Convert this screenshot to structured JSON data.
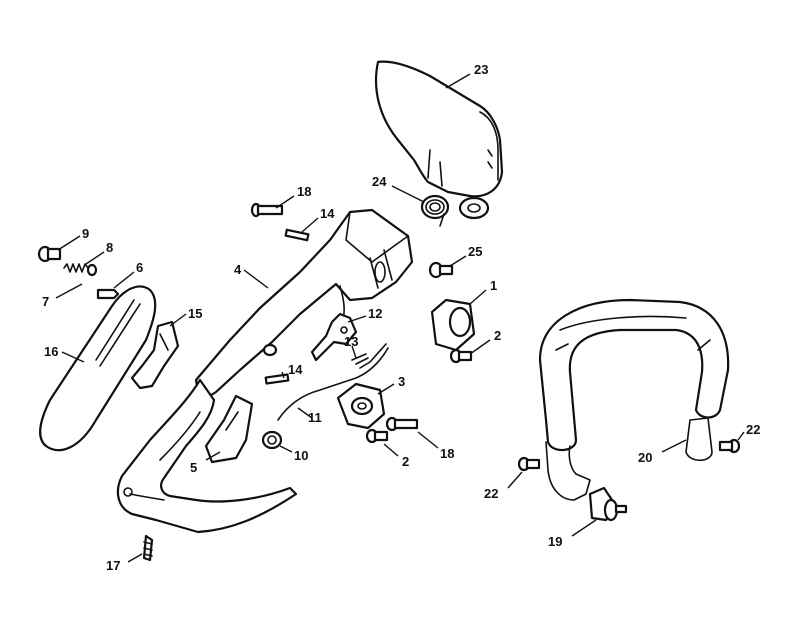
{
  "callouts": {
    "c1": "1",
    "c2a": "2",
    "c2b": "2",
    "c3": "3",
    "c4": "4",
    "c5": "5",
    "c6": "6",
    "c7": "7",
    "c8": "8",
    "c9": "9",
    "c10": "10",
    "c11": "11",
    "c12": "12",
    "c13": "13",
    "c14a": "14",
    "c14b": "14",
    "c15": "15",
    "c16": "16",
    "c17": "17",
    "c18a": "18",
    "c18b": "18",
    "c19": "19",
    "c20": "20",
    "c22a": "22",
    "c22b": "22",
    "c23": "23",
    "c24": "24",
    "c25": "25"
  }
}
